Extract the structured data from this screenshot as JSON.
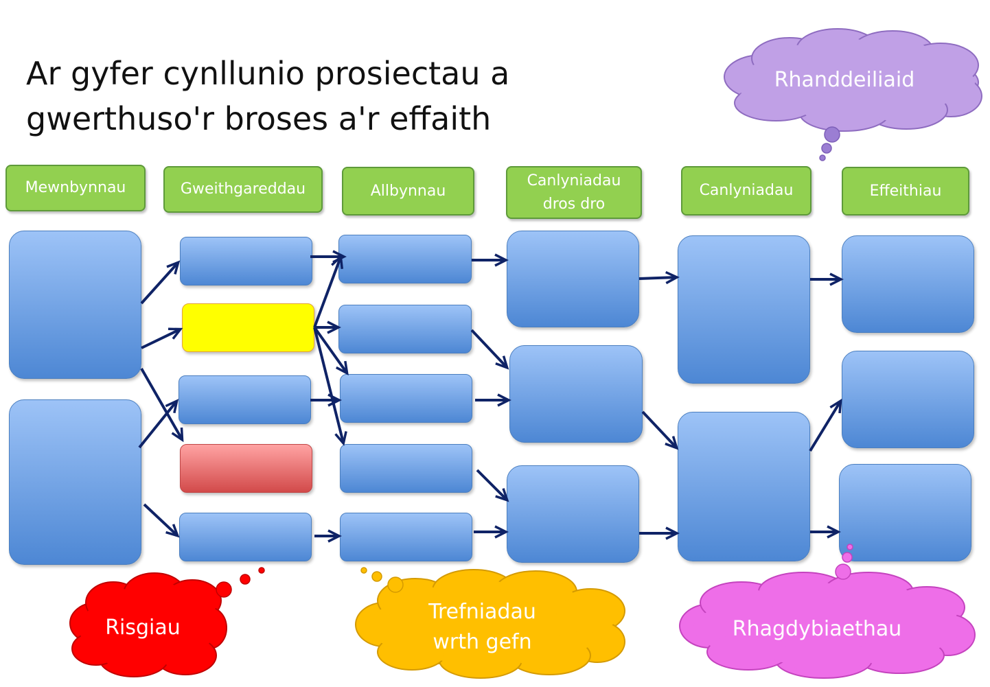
{
  "title": {
    "line1": "Ar gyfer cynllunio prosiectau a",
    "line2": "gwerthuso'r broses a'r effaith"
  },
  "columns": [
    {
      "label": "Mewnbynnau"
    },
    {
      "label": "Gweithgareddau"
    },
    {
      "label": "Allbynnau"
    },
    {
      "label": "Canlyniadau dros dro"
    },
    {
      "label": "Canlyniadau"
    },
    {
      "label": "Effeithiau"
    }
  ],
  "clouds": {
    "stakeholders": "Rhanddeiliaid",
    "risks": "Risgiau",
    "contingency": "Trefniadau wrth gefn",
    "assumptions": "Rhagdybiaethau"
  },
  "colors": {
    "header_fill": "#92d050",
    "box_fill": "#6fa0e3",
    "highlight_yellow": "#ffff00",
    "highlight_red": "#e56d6d",
    "arrow": "#0f2366",
    "cloud_purple": "#c0a0e6",
    "cloud_red": "#ff0000",
    "cloud_orange": "#ffbf00",
    "cloud_pink": "#ee6ee8"
  }
}
